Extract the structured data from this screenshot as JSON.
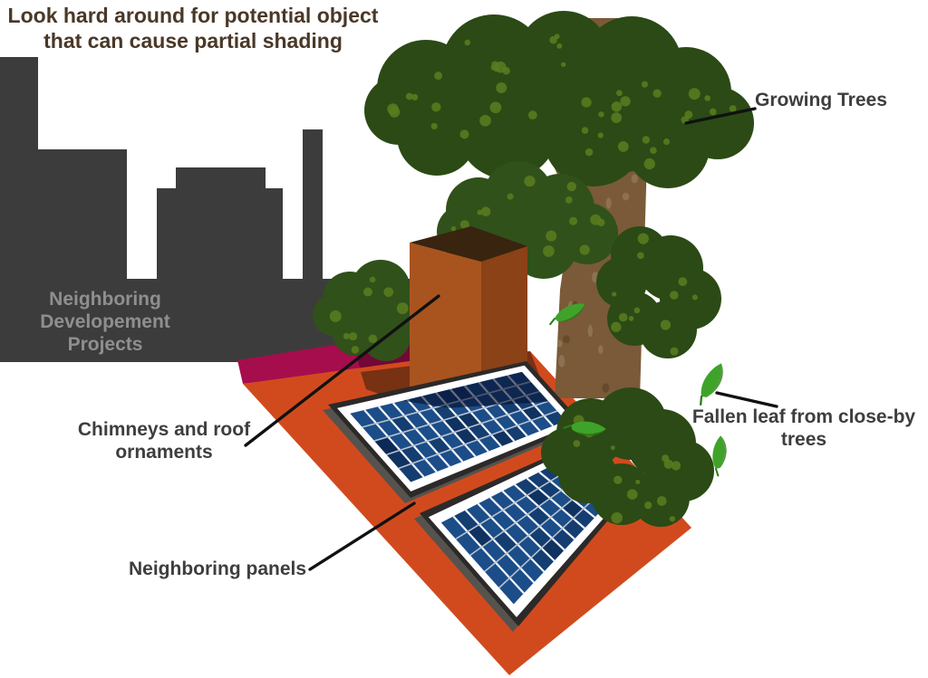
{
  "diagram": {
    "title_line1": "Look hard around for potential object",
    "title_line2": "that can cause partial shading",
    "labels": {
      "growing_trees": "Growing Trees",
      "neighboring_projects": "Neighboring Developement Projects",
      "chimneys": "Chimneys and roof ornaments",
      "neighboring_panels": "Neighboring panels",
      "fallen_leaf": "Fallen leaf from close-by trees"
    }
  },
  "panels": {
    "panel1_columns": 12,
    "panel1_rows": 5,
    "panel2_columns": 11,
    "panel2_rows": 5
  },
  "colors": {
    "background": "#ffffff",
    "title_text": "#4a3827",
    "label_text": "#3e3e3e",
    "skyline": "#3d3c3c",
    "skyline_text": "#8f8f8f",
    "roof": "#d14a1e",
    "roof_ridge_magenta": "#a60d4d",
    "ridge_shadow": "rgba(45,0,25,0.42)",
    "roof_shadow": "#6e2f12",
    "chimney_front": "#a9541f",
    "chimney_side": "#8a4216",
    "chimney_top": "#39240f",
    "trunk": "#7a5a38",
    "trunk_speckle_light": "#92775a",
    "trunk_speckle_dark": "#614628",
    "canopy": "#2b4a15",
    "canopy_alt": "#30511a",
    "canopy_speckle": "#5a7d20",
    "leaf_bright": "#3fa32a",
    "leaf_dark": "#2c7a16",
    "panel_frame": "#2c2a29",
    "panel_frame_side": "#56524d",
    "panel_border": "#ffffff",
    "panel_cell": "#1b4d89",
    "panel_cell_mottle": "rgba(8,25,60,0.30)",
    "panel_grid_v": "#f2f6fa",
    "panel_grid_h": "#b9c2cc",
    "panel_shadow": "rgba(3,12,42,0.58)",
    "leader_line": "#111111"
  }
}
